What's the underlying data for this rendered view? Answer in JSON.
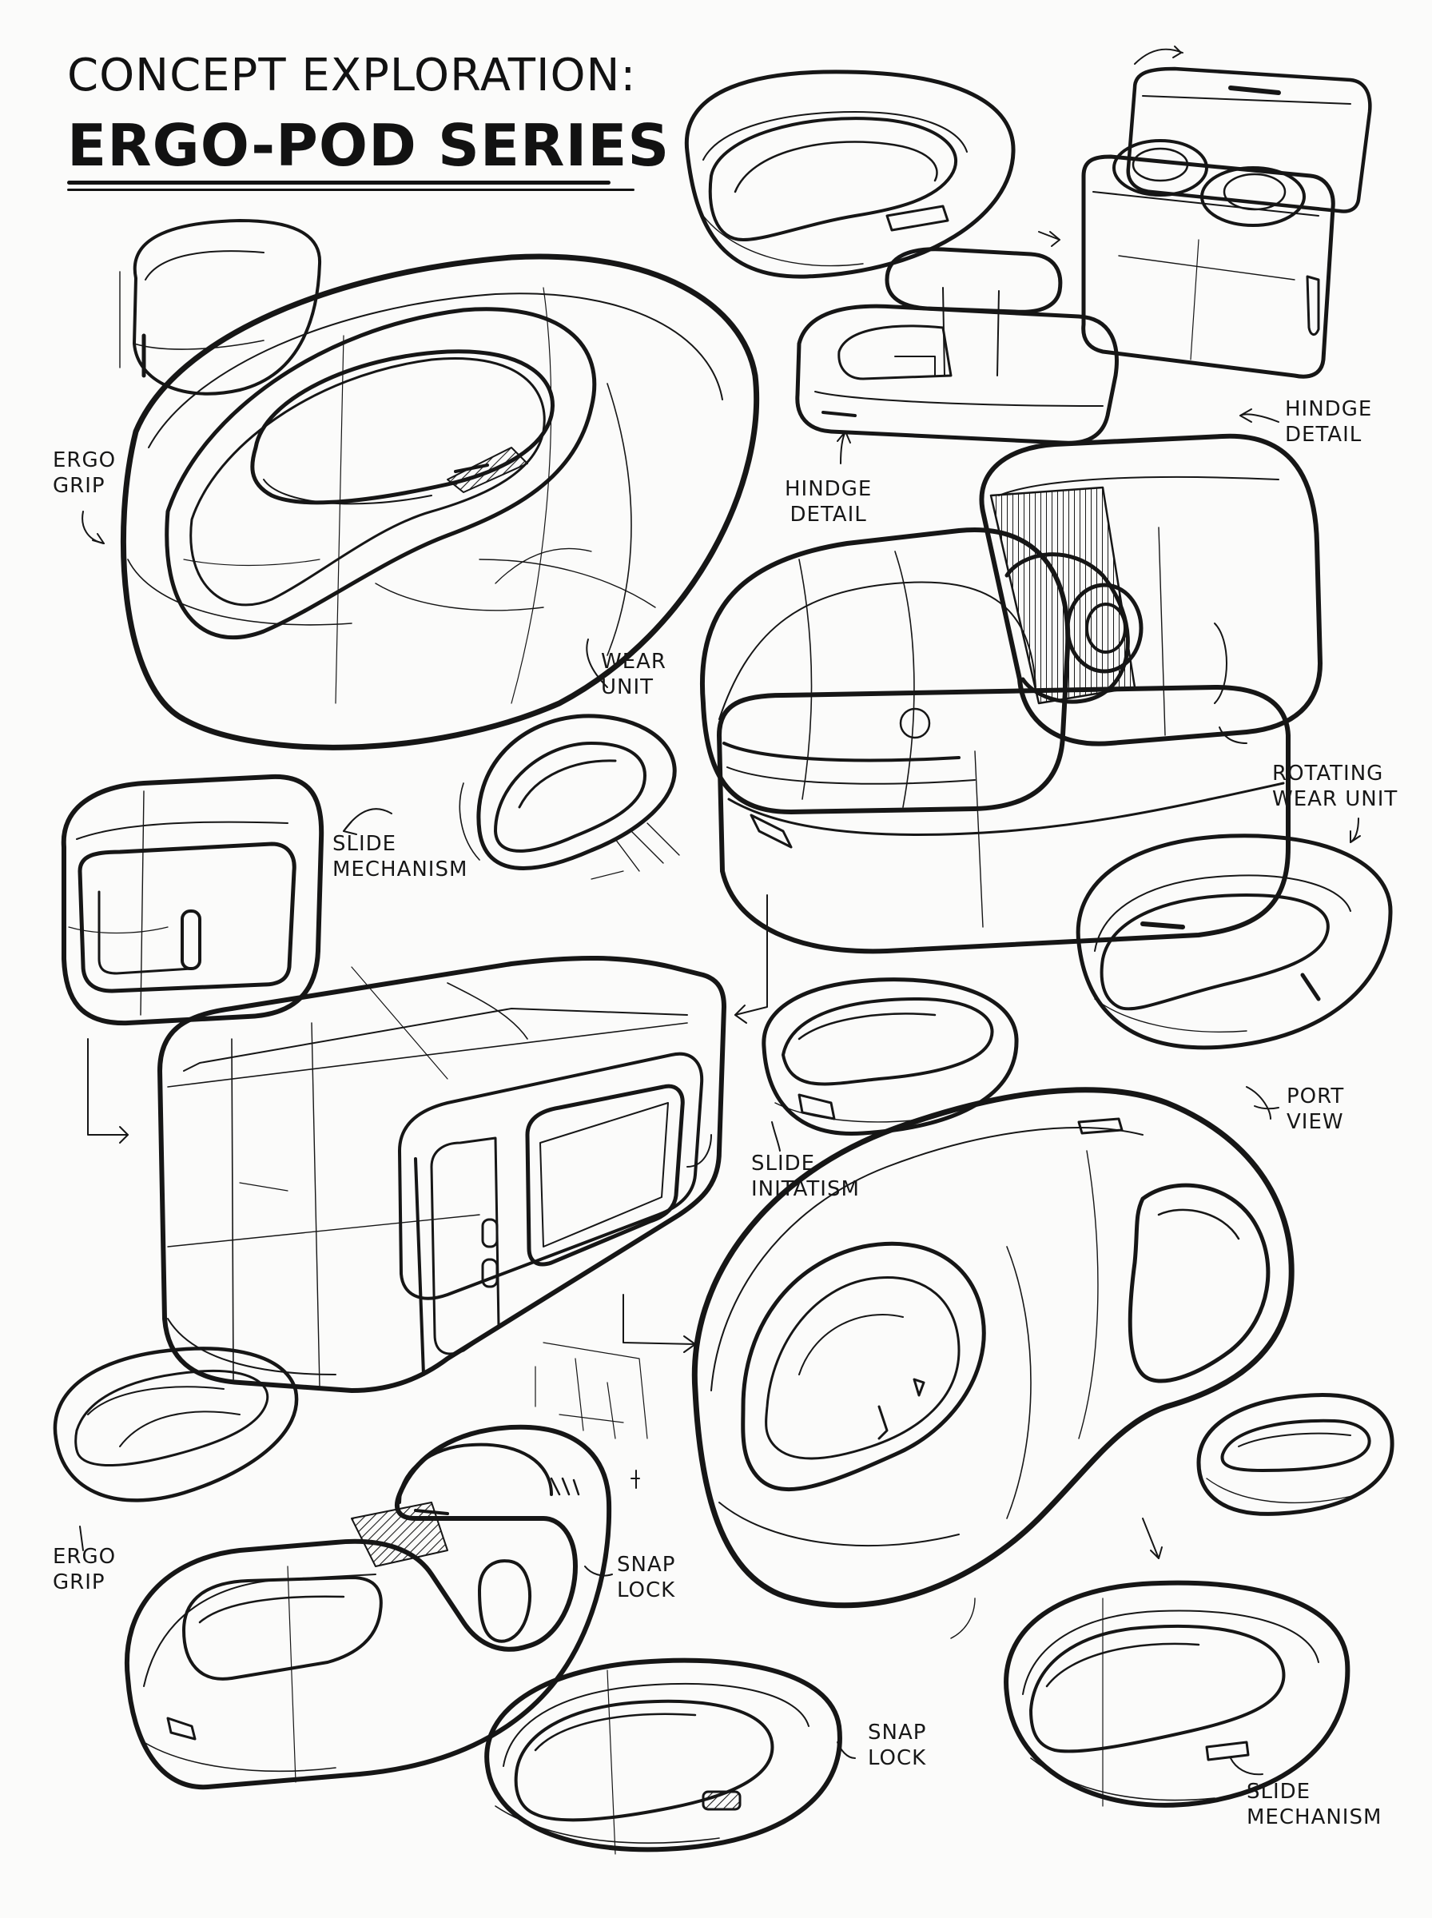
{
  "title": {
    "line1": "CONCEPT EXPLORATION:",
    "line2": "ERGO-POD SERIES"
  },
  "annotations": [
    {
      "id": "ergo-grip-top",
      "lines": [
        "ERGO",
        "GRIP"
      ]
    },
    {
      "id": "wear-unit",
      "lines": [
        "WEAR",
        "UNIT"
      ]
    },
    {
      "id": "hindge-detail-center",
      "lines": [
        "HINDGE",
        "DETAIL"
      ]
    },
    {
      "id": "hindge-detail-right",
      "lines": [
        "HINDGE",
        "DETAIL"
      ]
    },
    {
      "id": "slide-mechanism-left",
      "lines": [
        "SLIDE",
        "MECHANISM"
      ]
    },
    {
      "id": "rotating-wear-unit",
      "lines": [
        "ROTATING",
        "WEAR UNIT"
      ]
    },
    {
      "id": "slide-initatism",
      "lines": [
        "SLIDE",
        "INITATISM"
      ]
    },
    {
      "id": "port-view",
      "lines": [
        "PORT",
        "VIEW"
      ]
    },
    {
      "id": "ergo-grip-bottom",
      "lines": [
        "ERGO",
        "GRIP"
      ]
    },
    {
      "id": "snap-lock-left",
      "lines": [
        "SNAP",
        "LOCK"
      ]
    },
    {
      "id": "snap-lock-right",
      "lines": [
        "SNAP",
        "LOCK"
      ]
    },
    {
      "id": "slide-mechanism-right",
      "lines": [
        "SLIDE",
        "MECHANISM"
      ]
    }
  ],
  "colors": {
    "ink": "#161616",
    "paper": "#fbfbfa"
  }
}
